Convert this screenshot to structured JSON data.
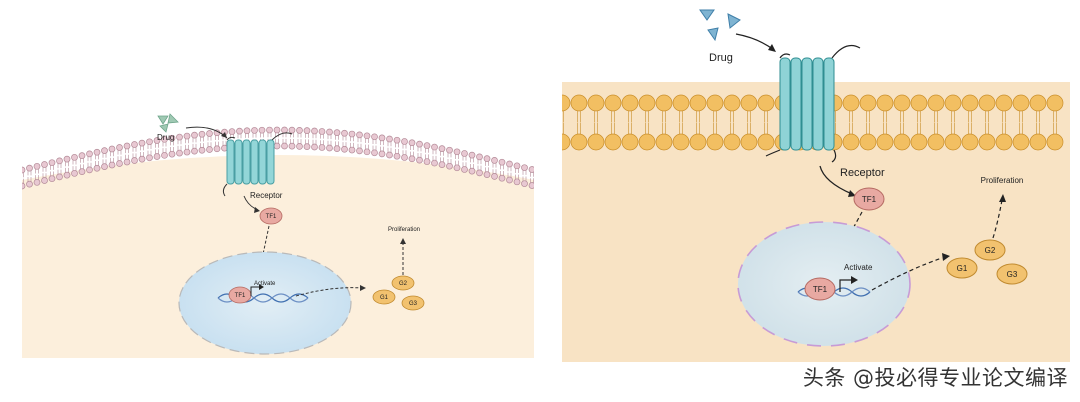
{
  "left": {
    "drug": "Drug",
    "receptor": "Receptor",
    "tf1_cyto": "TF1",
    "tf1_nuc": "TF1",
    "activate": "Activate",
    "proliferation": "Proliferation",
    "g1": "G1",
    "g2": "G2",
    "g3": "G3"
  },
  "right": {
    "drug": "Drug",
    "receptor": "Receptor",
    "tf1_cyto": "TF1",
    "tf1_nuc": "TF1",
    "activate": "Activate",
    "proliferation": "Proliferation",
    "g1": "G1",
    "g2": "G2",
    "g3": "G3"
  },
  "watermark": "头条 @投必得专业论文编译",
  "colors": {
    "cytoplasm_left": "#fcefdc",
    "cytoplasm_right": "#f8e3c4",
    "lipid_left": "#e8c8d2",
    "lipid_right": "#f2bf62",
    "receptor": "#8fd3d6",
    "nucleus": "#d8e9f2",
    "tf1": "#e7a8a0",
    "gene": "#f2c272"
  },
  "icons": [
    "drug-triangle-icon",
    "receptor-helix-icon",
    "dna-helix-icon",
    "promoter-arrow-icon"
  ]
}
